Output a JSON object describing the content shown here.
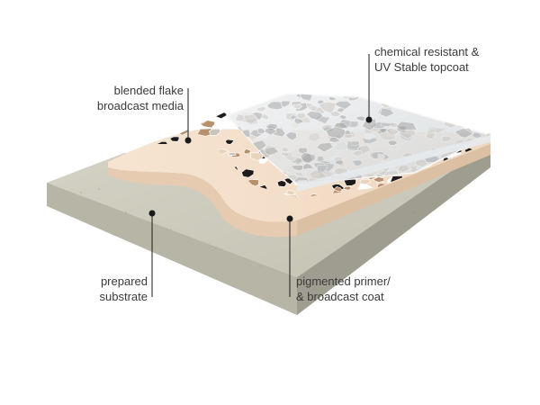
{
  "labels": {
    "topcoat": {
      "line1": "chemical resistant &",
      "line2": "UV Stable topcoat"
    },
    "flake": {
      "line1": "blended flake",
      "line2": "broadcast media"
    },
    "substrate": {
      "line1": "prepared",
      "line2": "substrate"
    },
    "primer": {
      "line1": "pigmented primer/",
      "line2": "& broadcast coat"
    }
  },
  "colors": {
    "substrate_top": "#cdcbbd",
    "substrate_front": "#b9b7a8",
    "substrate_side": "#9f9d8f",
    "primer": "#f2dcc6",
    "primer_edge": "#e3c7ac",
    "topcoat": "#dfe3e6",
    "leader": "#1a1a1a",
    "flake_colors": [
      "#1e1b1a",
      "#b8906d",
      "#e8d3bd",
      "#ffffff",
      "#8f8f8f",
      "#c9c4be"
    ]
  }
}
